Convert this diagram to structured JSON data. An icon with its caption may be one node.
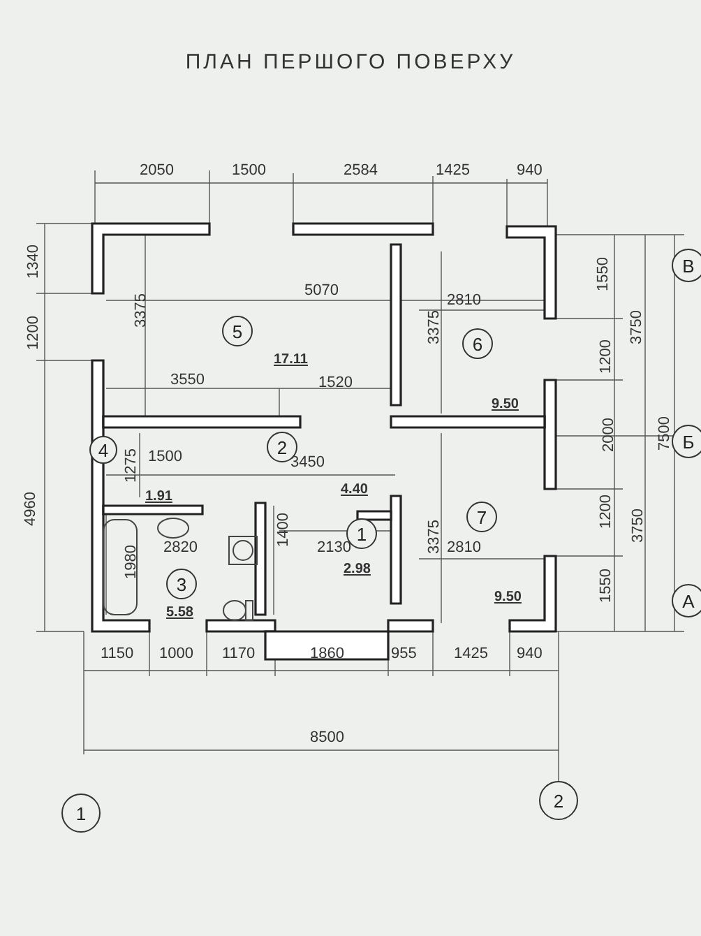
{
  "diagram": {
    "title": "ПЛАН ПЕРШОГО ПОВЕРХУ",
    "nodes": [
      {
        "text": [
          "В"
        ]
      },
      {
        "text": [
          "5"
        ]
      },
      {
        "text": [
          "6"
        ]
      },
      {
        "text": [
          "Б"
        ]
      },
      {
        "text": [
          "4"
        ]
      },
      {
        "text": [
          "2"
        ]
      },
      {
        "text": [
          "1"
        ]
      },
      {
        "text": [
          "3"
        ]
      },
      {
        "text": [
          "7"
        ]
      },
      {
        "text": [
          "А"
        ]
      },
      {
        "text": [
          "1"
        ]
      },
      {
        "text": [
          "2"
        ]
      }
    ],
    "labels": [
      "2050",
      "1500",
      "2584",
      "1425",
      "940",
      "1340",
      "1550",
      "1200",
      "3375",
      "5070",
      "3375",
      "2810",
      "1200",
      "3750",
      "17.11",
      "3550",
      "1520",
      "9.50",
      "2000",
      "7500",
      "1275",
      "1500",
      "3450",
      "4960",
      "1.91",
      "4.40",
      "1200",
      "3750",
      "1980",
      "2820",
      "1400",
      "2130",
      "3375",
      "2810",
      "5.58",
      "2.98",
      "9.50",
      "1550",
      "1150",
      "1000",
      "1170",
      "1860",
      "955",
      "1425",
      "940",
      "8500"
    ]
  }
}
